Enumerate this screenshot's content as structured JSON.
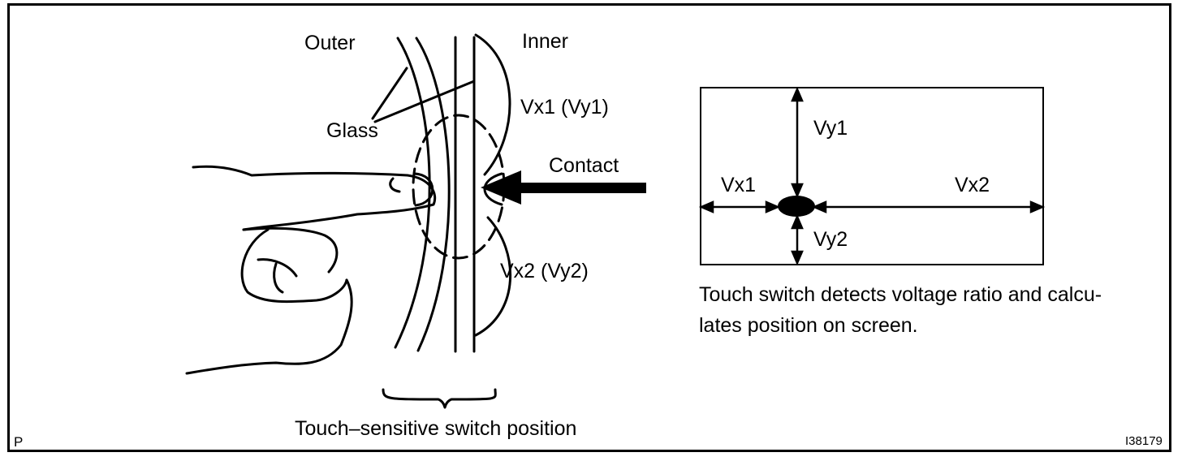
{
  "labels": {
    "outer": "Outer",
    "inner": "Inner",
    "glass": "Glass",
    "vx1_vy1": "Vx1 (Vy1)",
    "vx2_vy2": "Vx2 (Vy2)",
    "contact": "Contact",
    "switch_position": "Touch–sensitive switch position"
  },
  "screen_diagram": {
    "vy1": "Vy1",
    "vy2": "Vy2",
    "vx1": "Vx1",
    "vx2": "Vx2"
  },
  "caption_lines": [
    "Touch switch detects voltage ratio and calcu-",
    "lates position on screen."
  ],
  "corner_left": "P",
  "figure_id": "I38179"
}
